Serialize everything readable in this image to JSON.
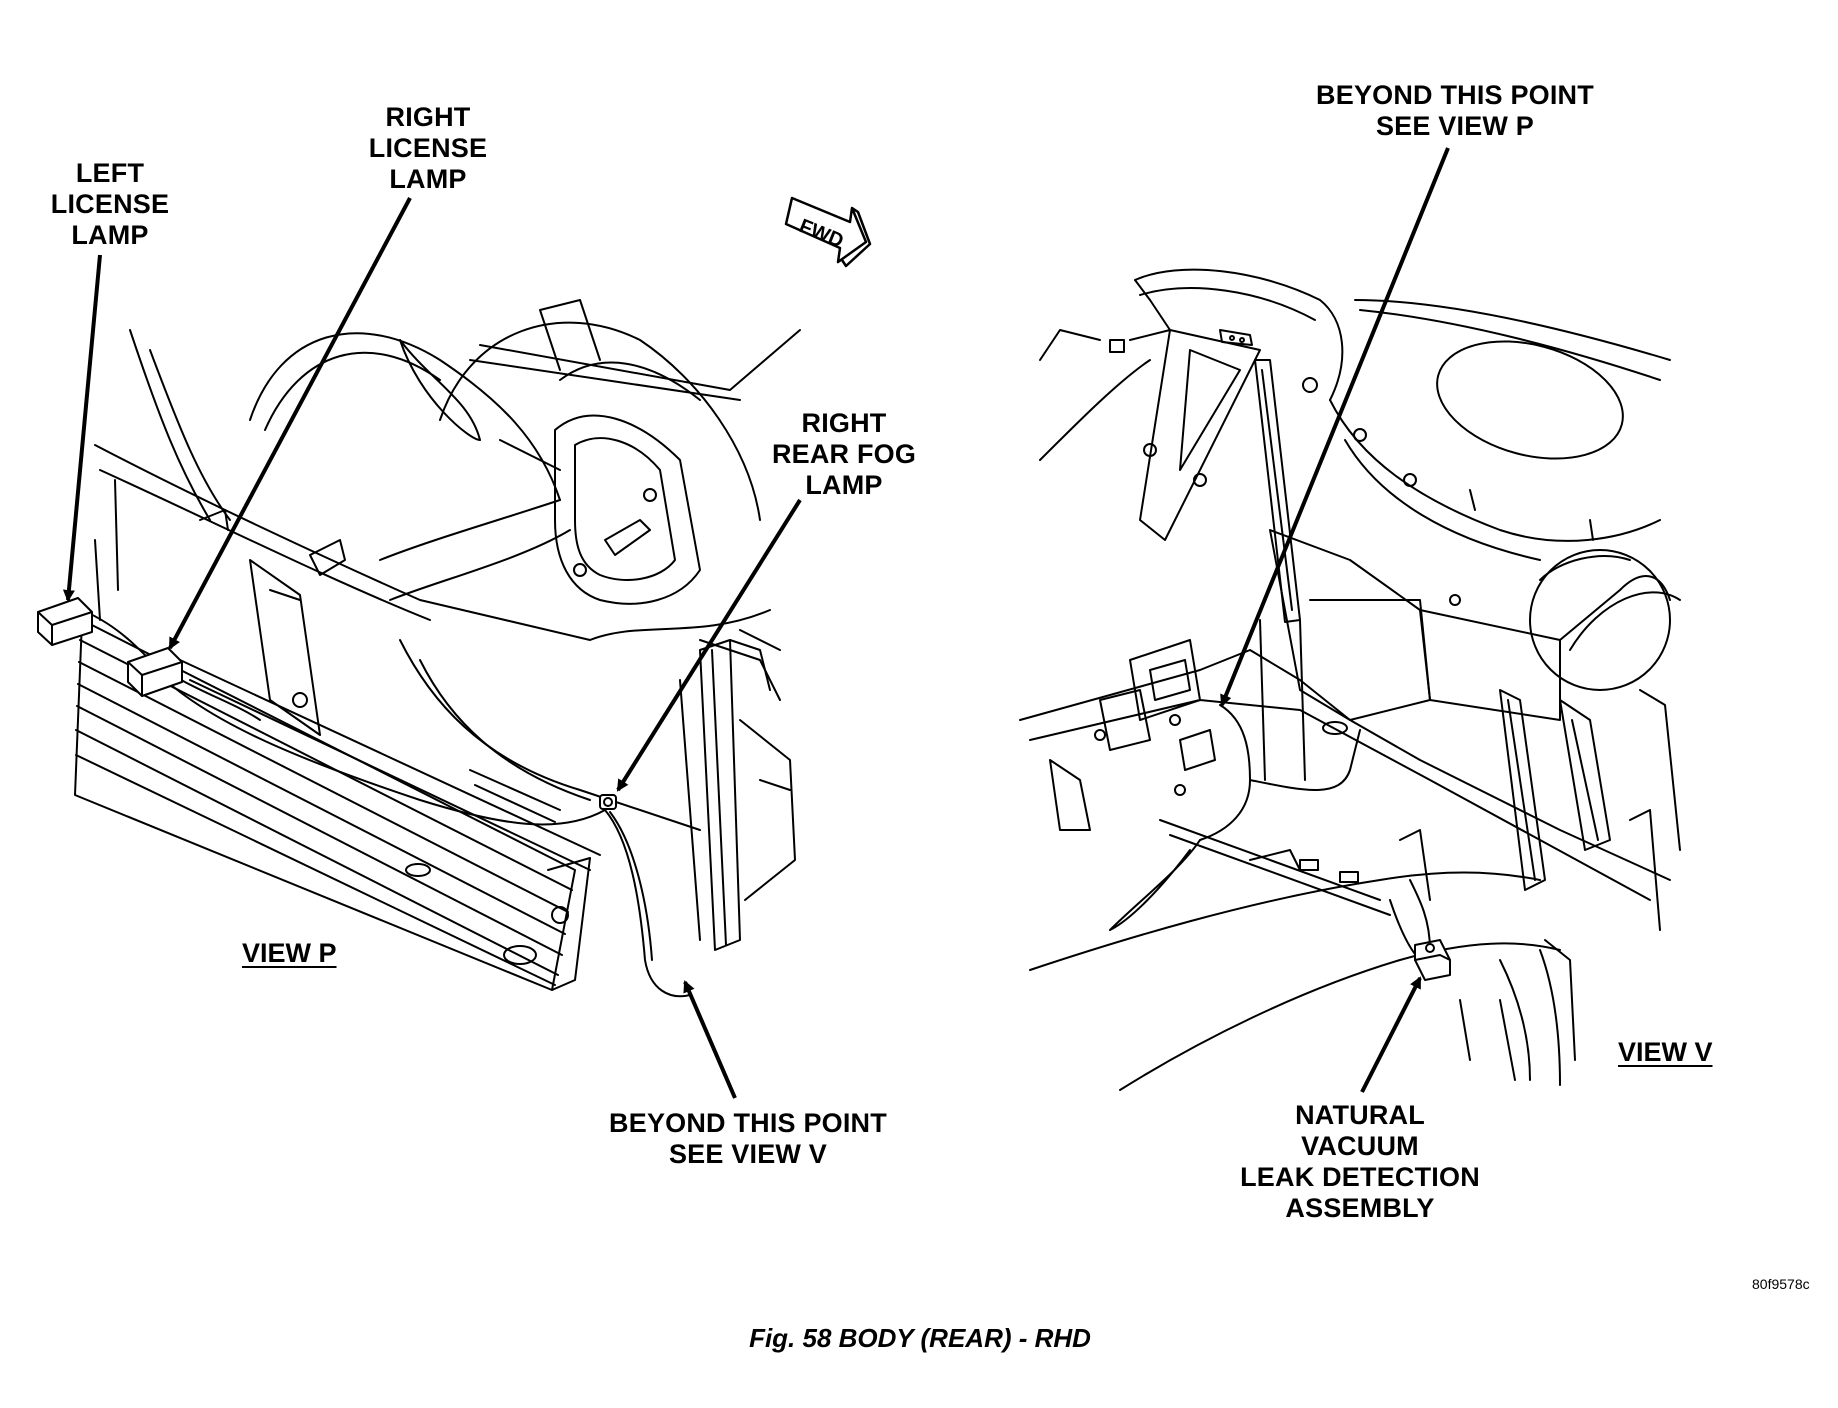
{
  "labels": {
    "left_license_lamp": [
      "LEFT",
      "LICENSE",
      "LAMP"
    ],
    "right_license_lamp": [
      "RIGHT",
      "LICENSE",
      "LAMP"
    ],
    "right_rear_fog_lamp": [
      "RIGHT",
      "REAR FOG",
      "LAMP"
    ],
    "beyond_view_v": [
      "BEYOND THIS POINT",
      "SEE VIEW  V"
    ],
    "beyond_view_p": [
      "BEYOND THIS POINT",
      "SEE VIEW  P"
    ],
    "nvld_assembly": [
      "NATURAL",
      "VACUUM",
      "LEAK DETECTION",
      "ASSEMBLY"
    ]
  },
  "views": {
    "p": "VIEW P",
    "v": "VIEW V"
  },
  "fwd": "FWD",
  "caption": "Fig. 58 BODY (REAR) - RHD",
  "figure_code": "80f9578c"
}
